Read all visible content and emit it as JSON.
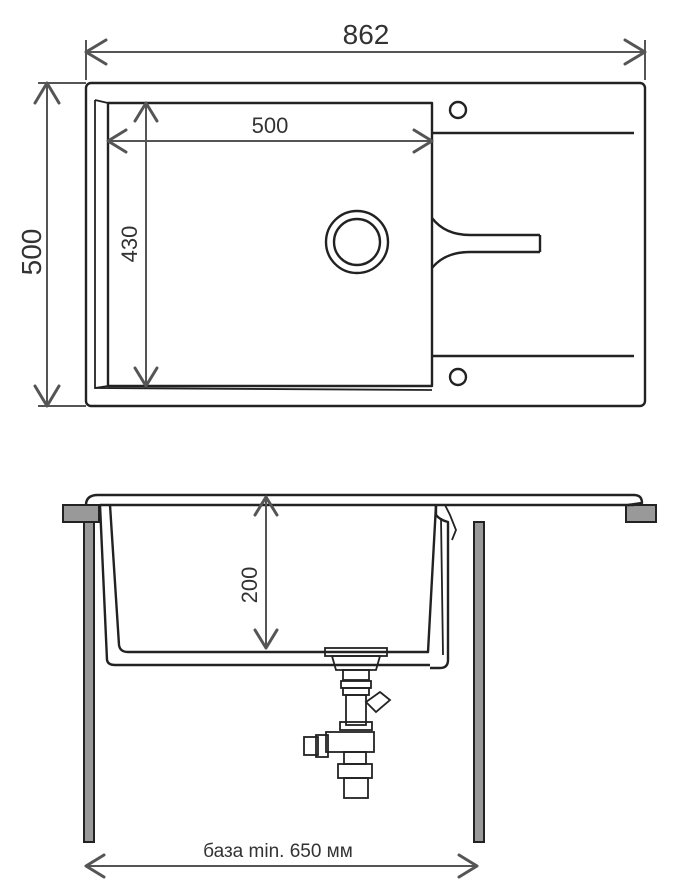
{
  "top_view": {
    "overall_width": "862",
    "overall_depth": "500",
    "bowl_width": "500",
    "bowl_depth": "430"
  },
  "side_view": {
    "bowl_height": "200",
    "base_label": "база min. 650 мм"
  },
  "colors": {
    "line": "#222222",
    "dimension": "#555555",
    "cabinet_fill": "#999999",
    "background": "#ffffff"
  }
}
